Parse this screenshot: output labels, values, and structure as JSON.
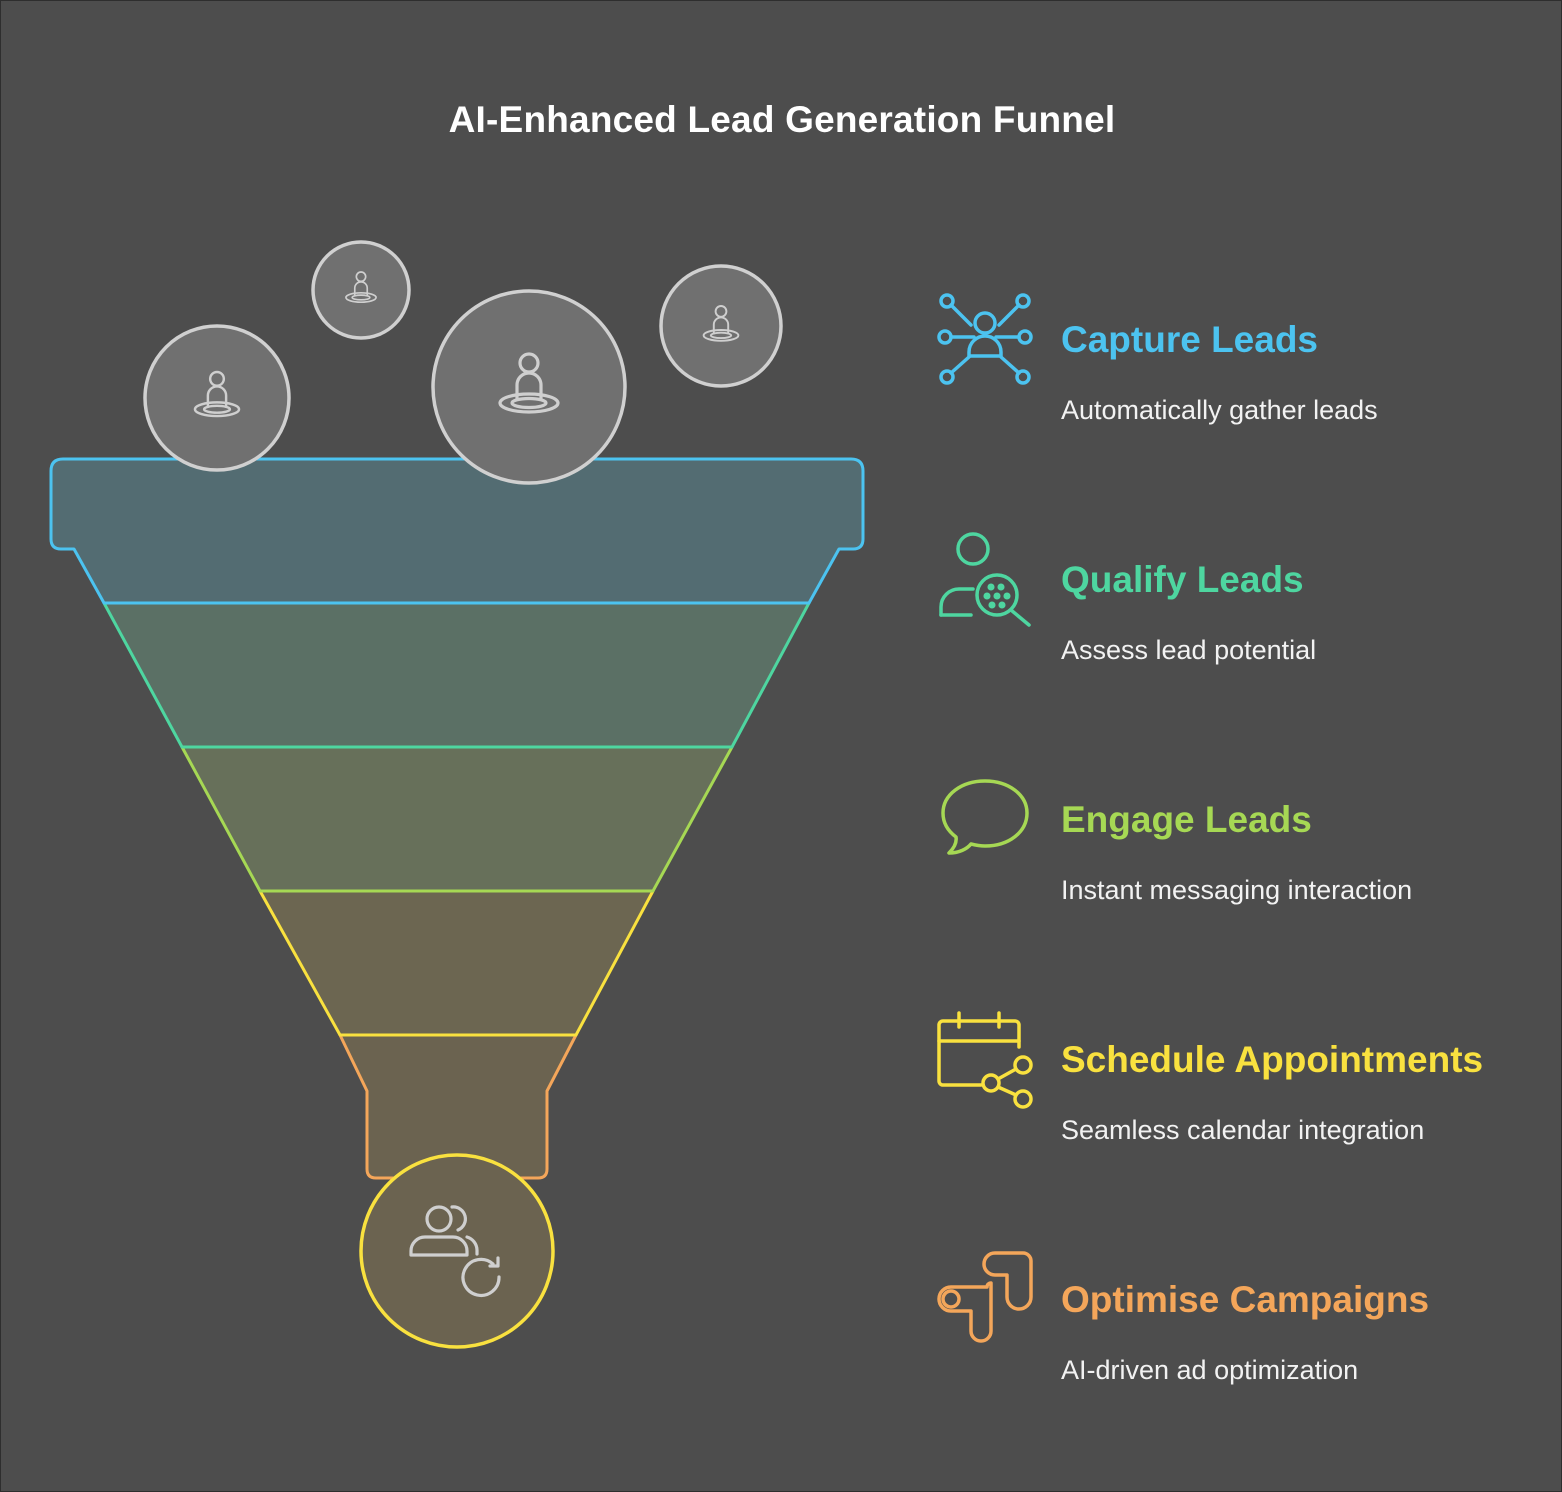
{
  "title": "AI-Enhanced Lead Generation Funnel",
  "colors": {
    "background": "#4d4d4d",
    "capture": "#4cc3f0",
    "qualify": "#4ed6a0",
    "engage": "#a6d854",
    "schedule": "#f9e13f",
    "optimise": "#f4a65a",
    "bubble_stroke": "#d0d0d0",
    "bubble_fill": "#707070"
  },
  "stages": [
    {
      "id": "capture",
      "title": "Capture Leads",
      "description": "Automatically gather leads",
      "icon": "network-people-icon",
      "color": "#4cc3f0"
    },
    {
      "id": "qualify",
      "title": "Qualify Leads",
      "description": "Assess lead potential",
      "icon": "person-search-icon",
      "color": "#4ed6a0"
    },
    {
      "id": "engage",
      "title": "Engage Leads",
      "description": "Instant messaging interaction",
      "icon": "chat-bubble-icon",
      "color": "#a6d854"
    },
    {
      "id": "schedule",
      "title": "Schedule Appointments",
      "description": "Seamless calendar integration",
      "icon": "calendar-share-icon",
      "color": "#f9e13f"
    },
    {
      "id": "optimise",
      "title": "Optimise Campaigns",
      "description": "AI-driven ad optimization",
      "icon": "google-ads-icon",
      "color": "#f4a65a"
    }
  ],
  "funnel_icons": {
    "top_bubbles": "person-on-target-icon",
    "bottom_circle": "users-refresh-icon"
  }
}
